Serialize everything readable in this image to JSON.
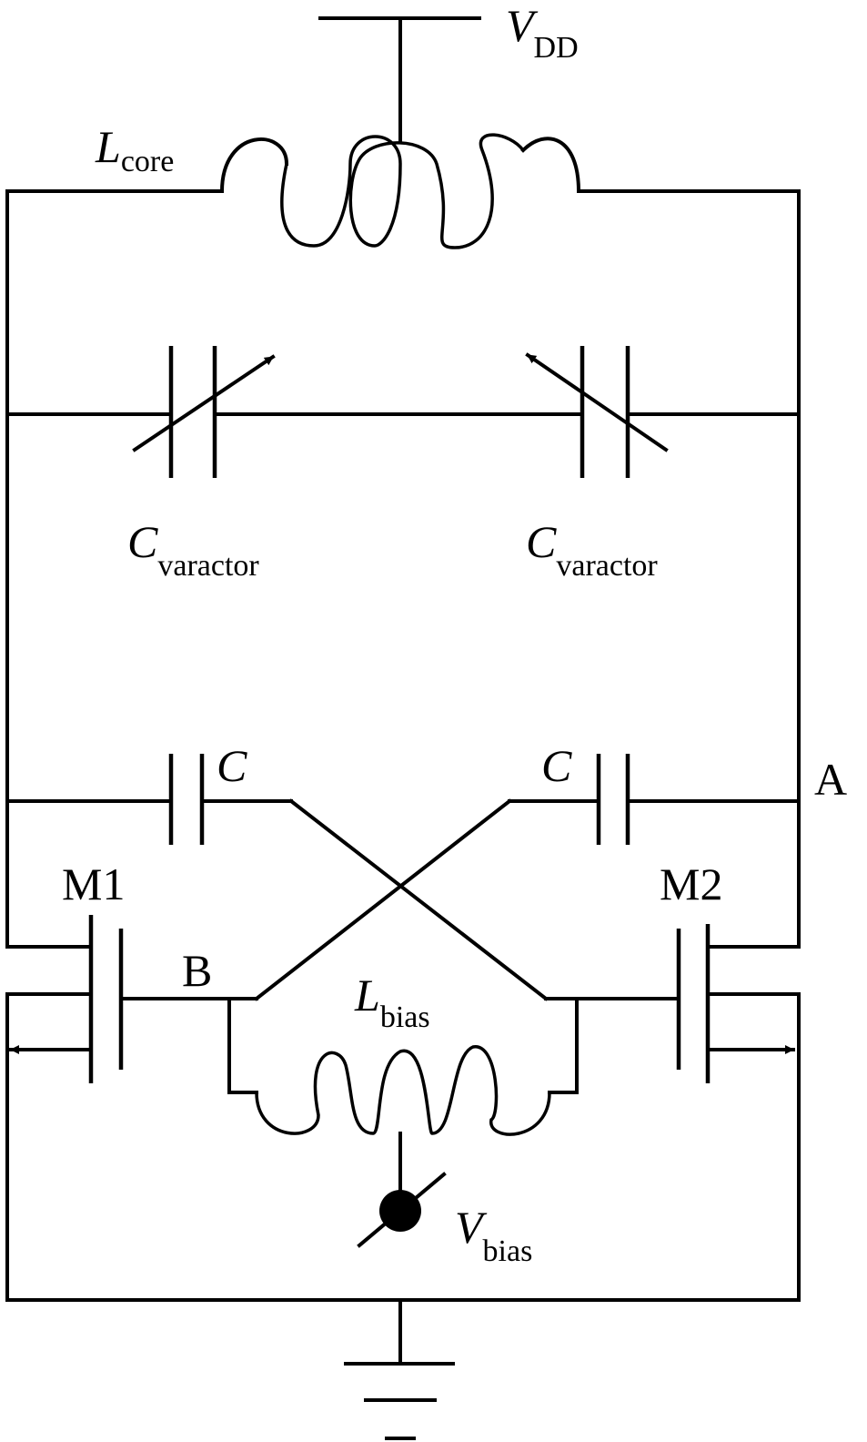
{
  "labels": {
    "vdd": {
      "main": "V",
      "sub": "DD"
    },
    "l_core": {
      "main": "L",
      "sub": "core"
    },
    "c_varactor_left": {
      "main": "C",
      "sub": "varactor"
    },
    "c_varactor_right": {
      "main": "C",
      "sub": "varactor"
    },
    "c_left": "C",
    "c_right": "C",
    "node_a": "A",
    "node_b": "B",
    "m1": "M1",
    "m2": "M2",
    "l_bias": {
      "main": "L",
      "sub": "bias"
    },
    "v_bias": {
      "main": "V",
      "sub": "bias"
    }
  }
}
